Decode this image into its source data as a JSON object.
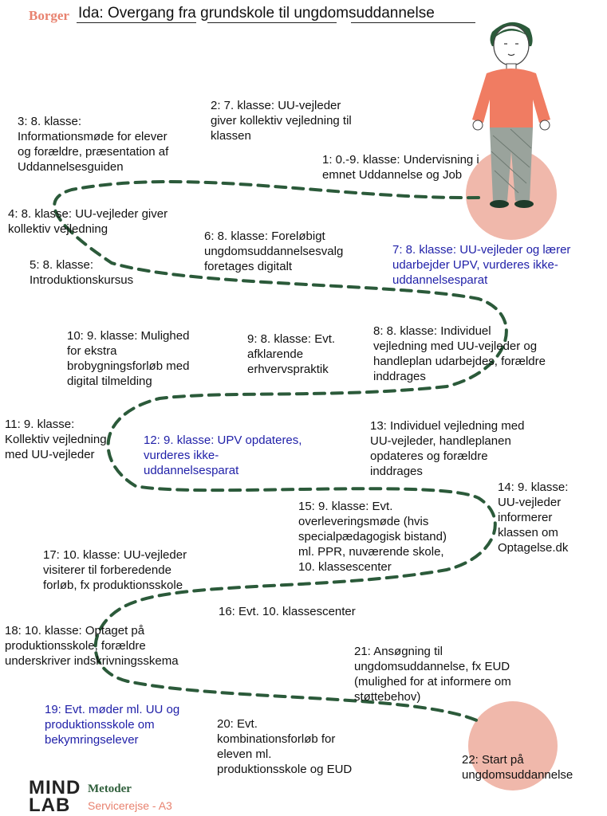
{
  "header": {
    "label": "Borger",
    "title": "Ida: Overgang fra grundskole til ungdomsuddannelse"
  },
  "steps": [
    {
      "id": "1",
      "text": "1: 0.-9. klasse: Undervisning i\nemnet Uddannelse og Job",
      "blue": false
    },
    {
      "id": "2",
      "text": "2: 7. klasse: UU-vejleder\ngiver kollektiv vejledning til\nklassen",
      "blue": false
    },
    {
      "id": "3",
      "text": "3: 8. klasse:\nInformationsmøde for elever\nog forældre, præsentation af\nUddannelsesguiden",
      "blue": false
    },
    {
      "id": "4",
      "text": "4: 8. klasse: UU-vejleder giver\nkollektiv vejledning",
      "blue": false
    },
    {
      "id": "5",
      "text": "5: 8. klasse:\nIntroduktionskursus",
      "blue": false
    },
    {
      "id": "6",
      "text": "6: 8. klasse: Foreløbigt\nungdomsuddannelsesvalg\nforetages digitalt",
      "blue": false
    },
    {
      "id": "7",
      "text": "7: 8. klasse: UU-vejleder og lærer\nudarbejder UPV, vurderes ikke-\nuddannelsesparat",
      "blue": true
    },
    {
      "id": "8",
      "text": "8: 8. klasse: Individuel\nvejledning med UU-vejleder og\nhandleplan udarbejdes, forældre\ninddrages",
      "blue": false
    },
    {
      "id": "9",
      "text": "9: 8. klasse: Evt.\nafklarende\nerhvervspraktik",
      "blue": false
    },
    {
      "id": "10",
      "text": "10: 9. klasse: Mulighed\nfor ekstra\nbrobygningsforløb med\ndigital tilmelding",
      "blue": false
    },
    {
      "id": "11",
      "text": "11: 9. klasse:\nKollektiv vejledning\nmed UU-vejleder",
      "blue": false
    },
    {
      "id": "12",
      "text": "12: 9. klasse: UPV opdateres,\nvurderes ikke-\nuddannelsesparat",
      "blue": true
    },
    {
      "id": "13",
      "text": "13: Individuel vejledning med\nUU-vejleder, handleplanen\nopdateres og forældre\ninddrages",
      "blue": false
    },
    {
      "id": "14",
      "text": "14: 9. klasse:\nUU-vejleder\ninformerer\nklassen om\nOptagelse.dk",
      "blue": false
    },
    {
      "id": "15",
      "text": "15: 9. klasse: Evt.\noverleveringsmøde (hvis\nspecialpædagogisk bistand)\nml. PPR, nuværende skole,\n10. klassescenter",
      "blue": false
    },
    {
      "id": "16",
      "text": "16: Evt. 10. klassescenter",
      "blue": false
    },
    {
      "id": "17",
      "text": "17: 10. klasse: UU-vejleder\nvisiterer til forberedende\nforløb, fx produktionsskole",
      "blue": false
    },
    {
      "id": "18",
      "text": "18: 10. klasse: Optaget på\nproduktionsskole, forældre\nunderskriver indskrivningsskema",
      "blue": false
    },
    {
      "id": "19",
      "text": "19: Evt. møder ml. UU og\nproduktionsskole om\nbekymringselever",
      "blue": true
    },
    {
      "id": "20",
      "text": "20: Evt.\nkombinationsforløb for\neleven ml.\nproduktionsskole og EUD",
      "blue": false
    },
    {
      "id": "21",
      "text": "21: Ansøgning til\nungdomsuddannelse, fx EUD\n(mulighed for at informere om\nstøttebehov)",
      "blue": false
    },
    {
      "id": "22",
      "text": "22: Start på\nungdomsuddannelse",
      "blue": false
    }
  ],
  "footer": {
    "logo_text": "MIND\nLAB",
    "category": "Metoder",
    "subtitle": "Servicerejse - A3"
  },
  "colors": {
    "path": "#2b5a3a",
    "circle": "#f0b8ab",
    "accent": "#e8826f",
    "blue_text": "#1f1fa8",
    "shirt": "#f07c62",
    "pants": "#9aa39c"
  },
  "icons": [
    "person-figure-icon",
    "start-circle-icon",
    "end-circle-icon"
  ]
}
